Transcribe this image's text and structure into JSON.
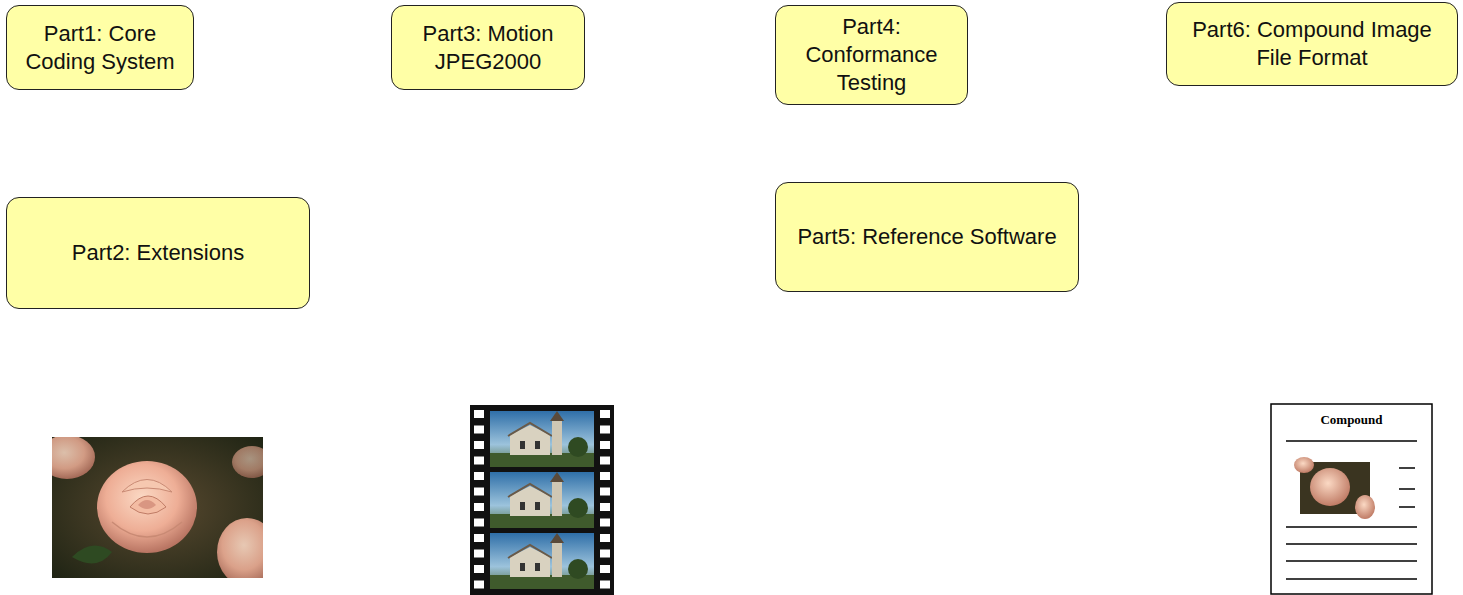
{
  "diagram": {
    "nodes": [
      {
        "text": [
          "Part1: Core Coding System"
        ]
      },
      {
        "text": [
          "Part3: Motion JPEG2000"
        ]
      },
      {
        "text": [
          "Part4: Conformance Testing"
        ]
      },
      {
        "text": [
          "Part6: Compound Image File Format"
        ]
      },
      {
        "text": [
          "Part2: Extensions"
        ]
      },
      {
        "text": [
          "Part5: Reference Software"
        ]
      }
    ],
    "labels": [
      "Compound"
    ]
  }
}
